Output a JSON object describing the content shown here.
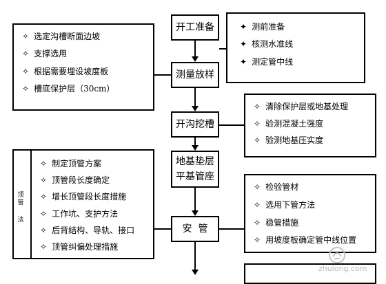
{
  "left_top": {
    "marker": "✧",
    "items": [
      "选定沟槽断面边坡",
      "支撑选用",
      "根据需要埋设坡度板",
      "槽底保护层（30cm）"
    ]
  },
  "steps": [
    "开工准备",
    "测量放样",
    "开沟挖槽",
    "地基垫层\n平基管座",
    "安  管"
  ],
  "right_top": {
    "marker": "✦",
    "items": [
      "测前准备",
      "核测水准线",
      "测定管中线"
    ]
  },
  "right_mid": {
    "marker": "✧",
    "items": [
      "清除保护层或地基处理",
      "验测混凝土强度",
      "验测地基压实度"
    ]
  },
  "left_bottom": {
    "marker": "✧",
    "side_label_top": "顶管",
    "side_label_bottom": "法",
    "items": [
      "制定顶管方案",
      "顶管段长度确定",
      "增长顶管段长度措施",
      "工作坑、支护方法",
      "后背结构、导轨、接口",
      "顶管纠偏处理措施"
    ]
  },
  "right_bottom": {
    "marker": "✧",
    "items": [
      "检验管材",
      "选用下管方法",
      "稳管措施",
      "用坡度板确定管中线位置"
    ]
  },
  "watermark": {
    "text": "zhulong.com"
  }
}
